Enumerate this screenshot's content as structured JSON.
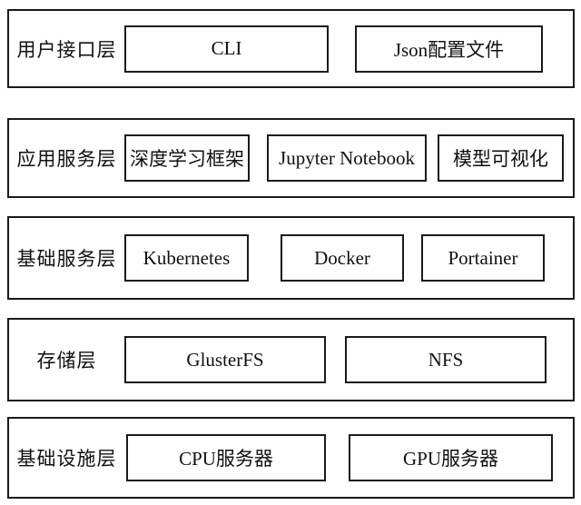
{
  "diagram": {
    "title": "platform-architecture-layers",
    "colors": {
      "border": "#1a1a1a",
      "background": "#fefefe",
      "text": "#111111"
    },
    "layers": [
      {
        "label": "用户接口层",
        "items": [
          {
            "label": "CLI"
          },
          {
            "label": "Json配置文件"
          }
        ]
      },
      {
        "label": "应用服务层",
        "items": [
          {
            "label": "深度学习框架"
          },
          {
            "label": "Jupyter Notebook"
          },
          {
            "label": "模型可视化"
          }
        ]
      },
      {
        "label": "基础服务层",
        "items": [
          {
            "label": "Kubernetes"
          },
          {
            "label": "Docker"
          },
          {
            "label": "Portainer"
          }
        ]
      },
      {
        "label": "存储层",
        "items": [
          {
            "label": "GlusterFS"
          },
          {
            "label": "NFS"
          }
        ]
      },
      {
        "label": "基础设施层",
        "items": [
          {
            "label": "CPU服务器"
          },
          {
            "label": "GPU服务器"
          }
        ]
      }
    ]
  }
}
